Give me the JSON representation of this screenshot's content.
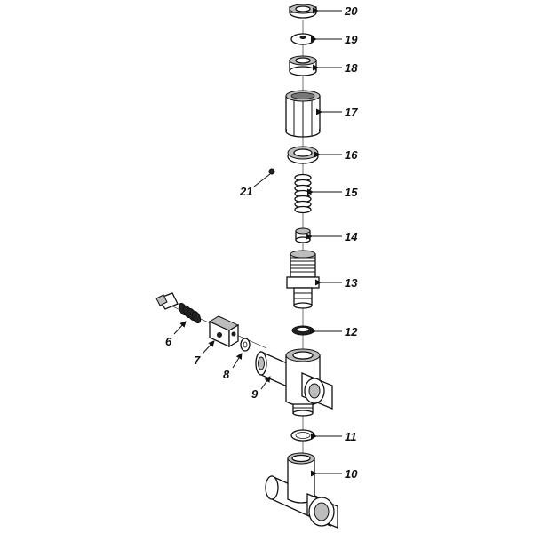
{
  "diagram": {
    "labels": {
      "p20": "20",
      "p19": "19",
      "p18": "18",
      "p17": "17",
      "p16": "16",
      "p21": "21",
      "p15": "15",
      "p14": "14",
      "p13": "13",
      "p12": "12",
      "p6": "6",
      "p7": "7",
      "p8": "8",
      "p9": "9",
      "p11": "11",
      "p10": "10"
    }
  }
}
